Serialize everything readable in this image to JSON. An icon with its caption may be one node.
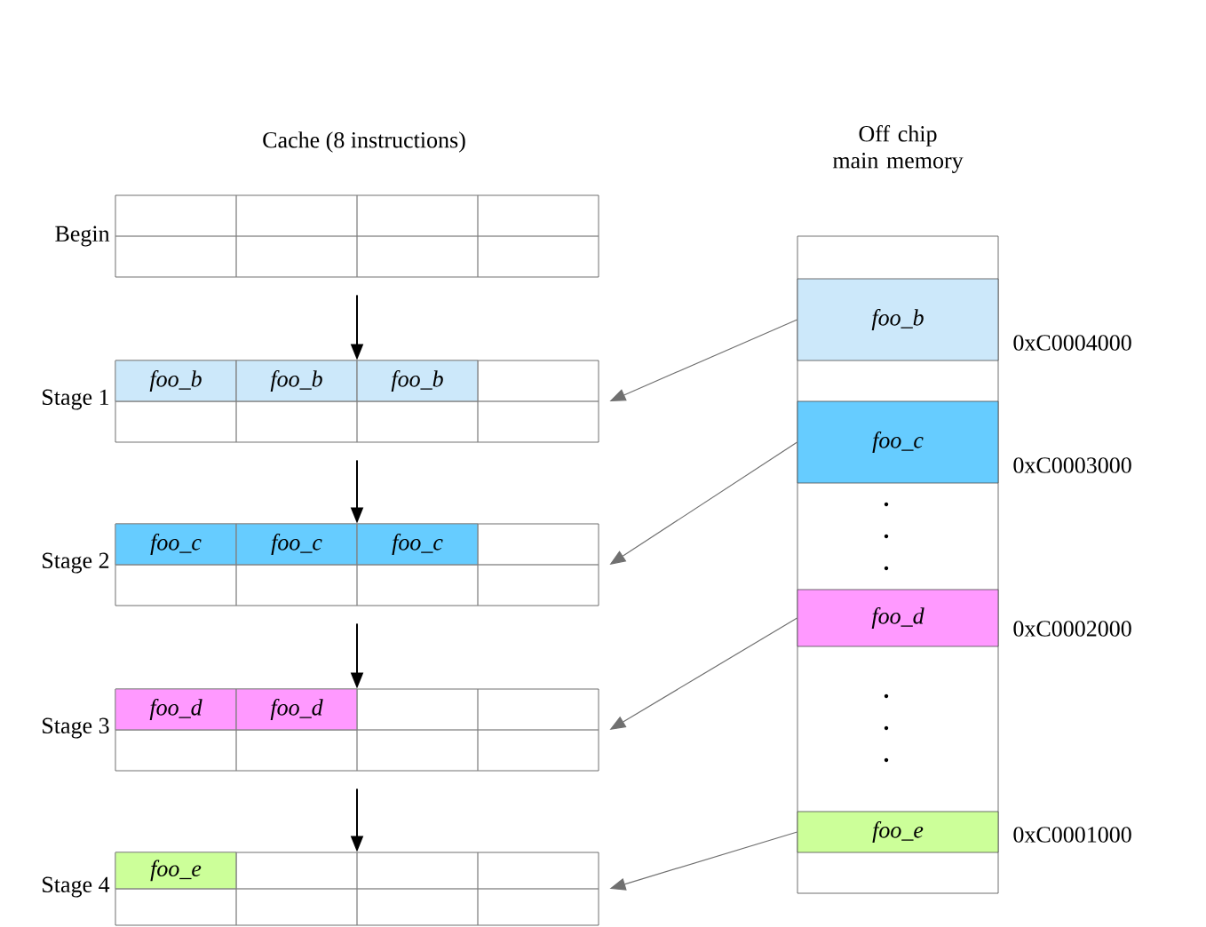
{
  "diagram": {
    "nodes": [
      {
        "text": [],
        "shape": "box",
        "beside": [
          "Begin"
        ]
      },
      {
        "text": [],
        "shape": "box",
        "beside": [
          "Stage 1"
        ]
      },
      {
        "text": [
          "foo_b"
        ],
        "in": 1
      },
      {
        "text": [
          "foo_b"
        ],
        "in": 1
      },
      {
        "text": [
          "foo_b"
        ],
        "in": 1
      },
      {
        "text": [],
        "shape": "box",
        "beside": [
          "Stage 2"
        ]
      },
      {
        "text": [
          "foo_c"
        ],
        "in": 5
      },
      {
        "text": [
          "foo_c"
        ],
        "in": 5
      },
      {
        "text": [
          "foo_c"
        ],
        "in": 5
      },
      {
        "text": [],
        "shape": "box",
        "beside": [
          "Stage 3"
        ]
      },
      {
        "text": [
          "foo_d"
        ],
        "in": 9
      },
      {
        "text": [
          "foo_d"
        ],
        "in": 9
      },
      {
        "text": [],
        "shape": "box",
        "beside": [
          "Stage 4"
        ]
      },
      {
        "text": [
          "foo_e"
        ],
        "in": 12
      },
      {
        "text": [
          "Off chip main memory"
        ]
      },
      {
        "text": [
          "foo_b"
        ],
        "in": 14,
        "beside": [
          "0xC0004000"
        ]
      },
      {
        "text": [
          "foo_c"
        ],
        "in": 14,
        "beside": [
          "0xC0003000"
        ]
      },
      {
        "text": [
          "foo_d"
        ],
        "in": 14,
        "beside": [
          "0xC0002000"
        ]
      },
      {
        "text": [
          "foo_e"
        ],
        "in": 14,
        "beside": [
          "0xC0001000"
        ]
      }
    ],
    "edges": [
      {
        "from": 0,
        "to": 1,
        "arrow": "to"
      },
      {
        "from": 1,
        "to": 5,
        "arrow": "to"
      },
      {
        "from": 5,
        "to": 9,
        "arrow": "to"
      },
      {
        "from": 9,
        "to": 12,
        "arrow": "to"
      },
      {
        "from": 15,
        "to": 1,
        "arrow": "to",
        "color": "#707070"
      },
      {
        "from": 16,
        "to": 5,
        "arrow": "to",
        "color": "#707070"
      },
      {
        "from": 17,
        "to": 9,
        "arrow": "to",
        "color": "#707070"
      },
      {
        "from": 18,
        "to": 12,
        "arrow": "to",
        "color": "#707070"
      }
    ],
    "labels": [
      "Cache (8 instructions)"
    ]
  }
}
